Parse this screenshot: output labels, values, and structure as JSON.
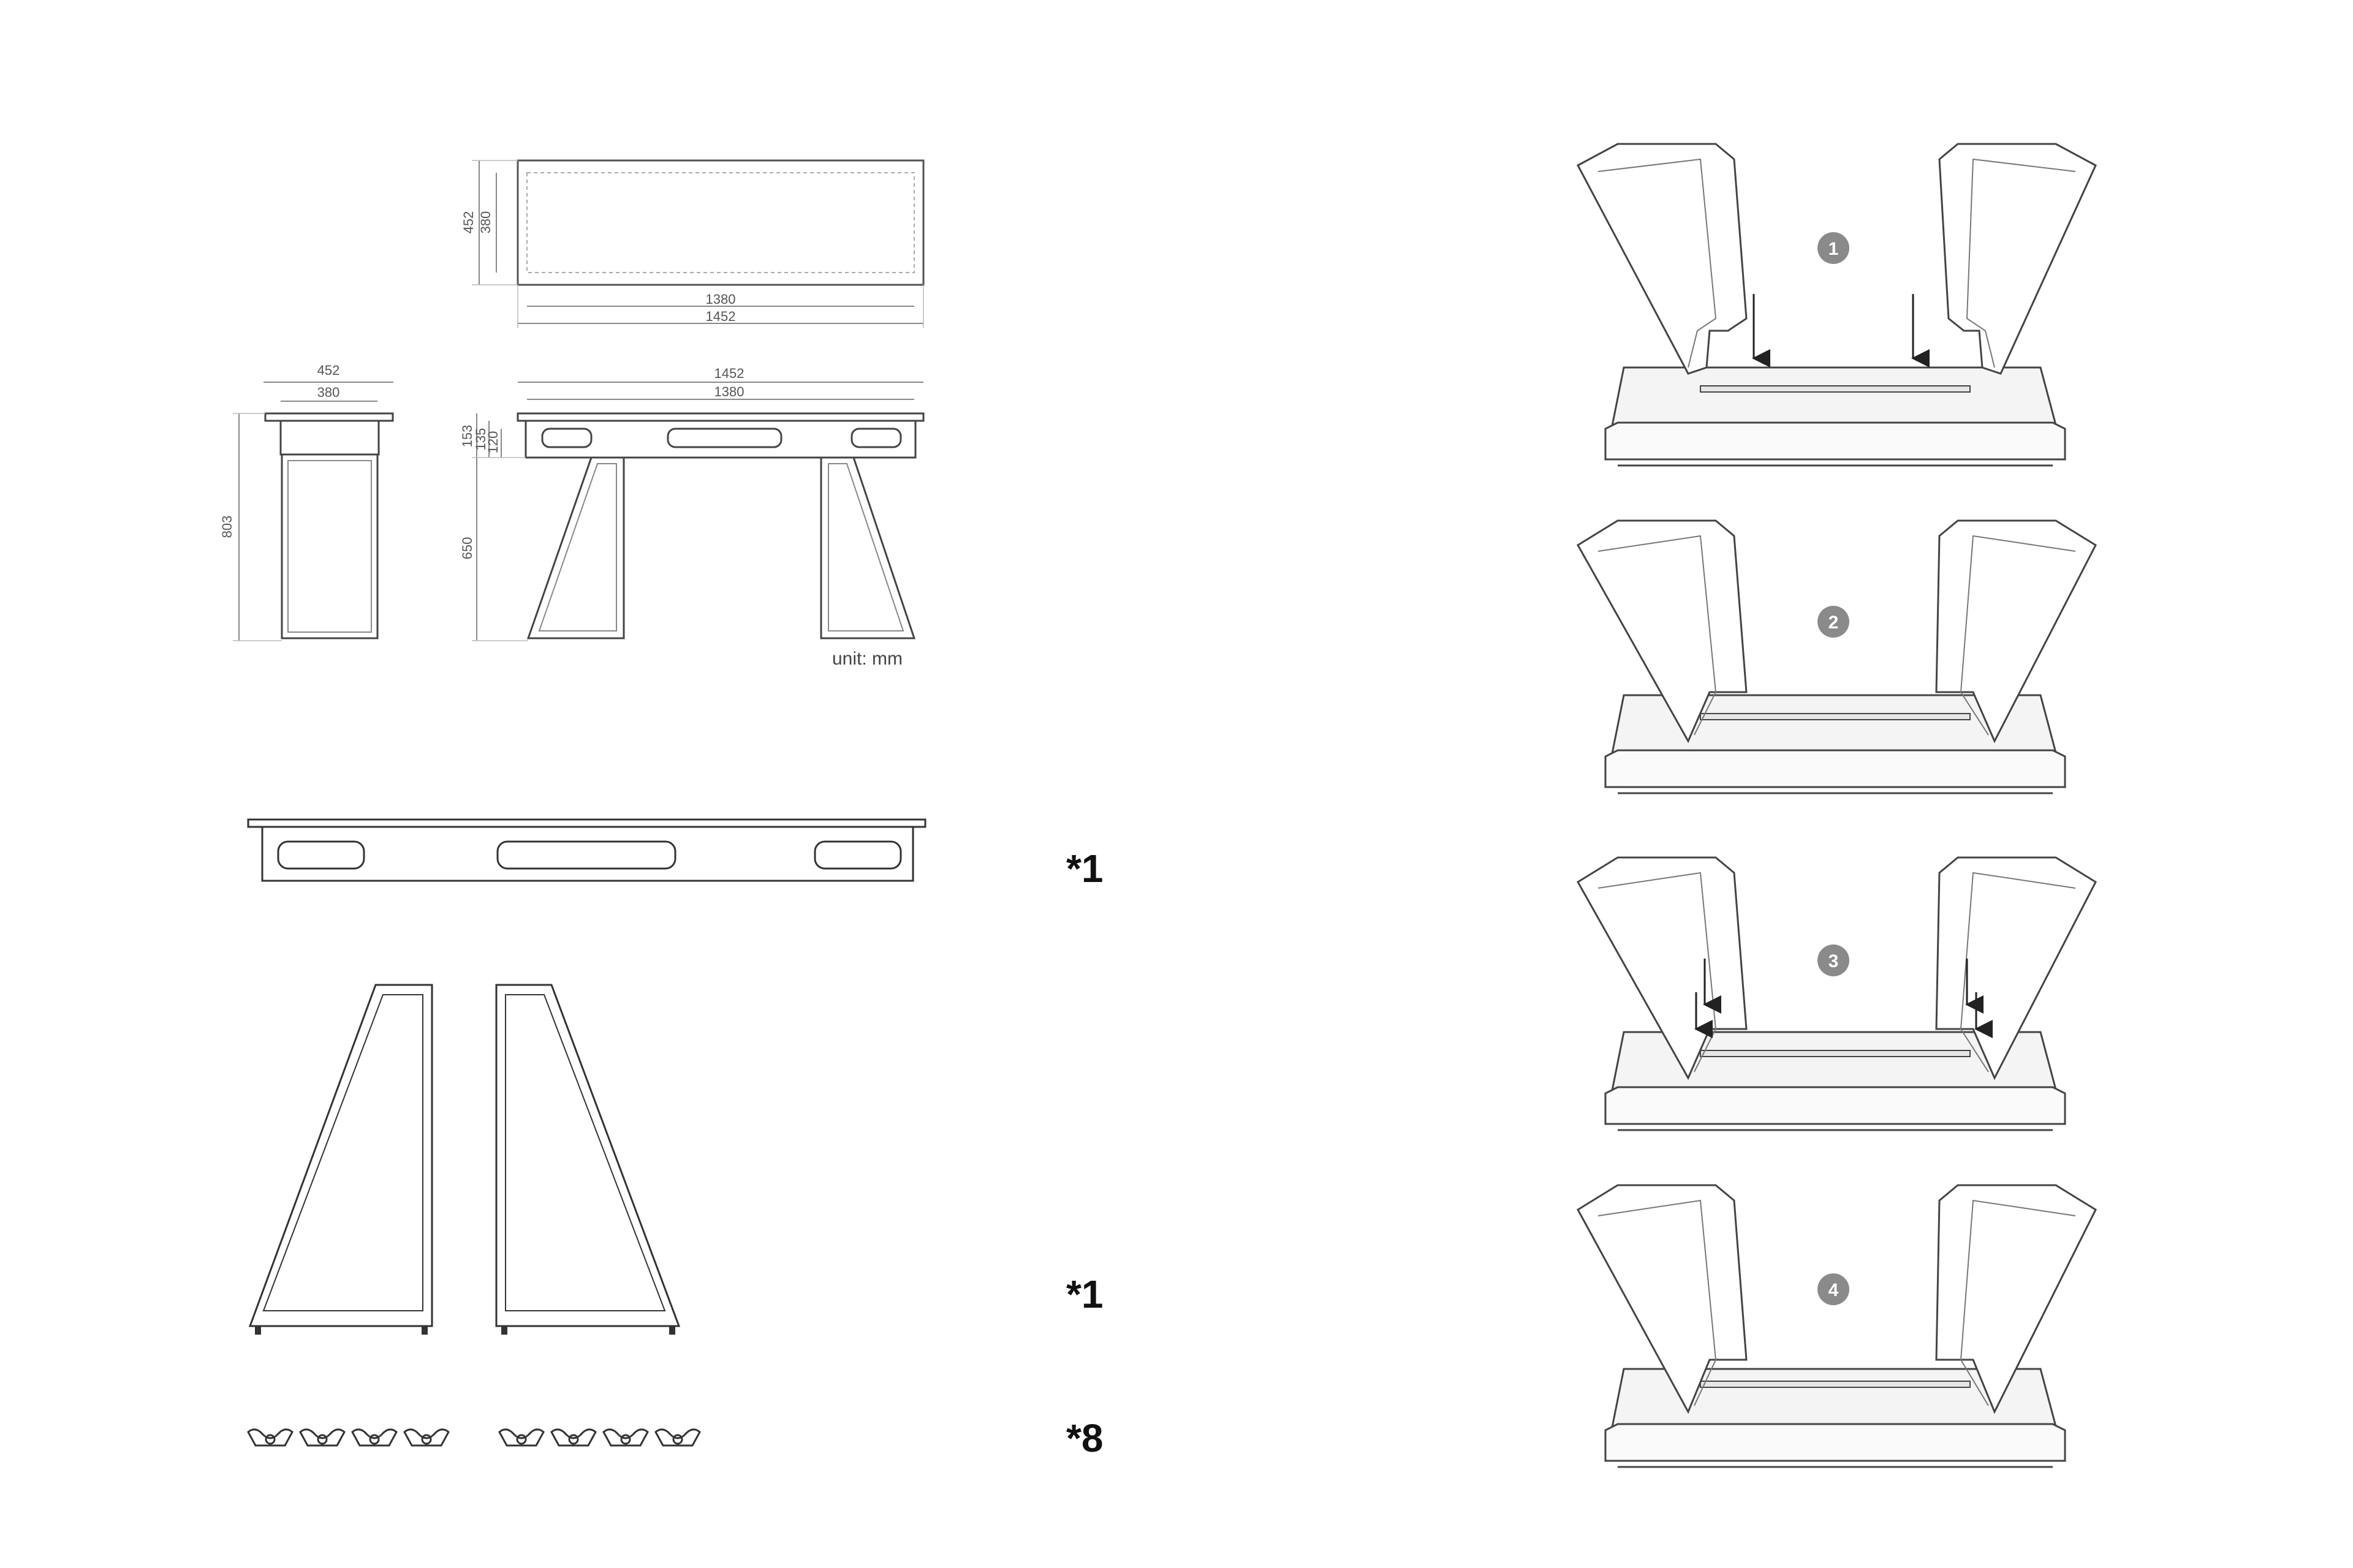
{
  "dimensions": {
    "top_view": {
      "depth_outer": "452",
      "depth_inner": "380",
      "width_inner": "1380",
      "width_outer": "1452"
    },
    "side_view": {
      "depth_outer": "452",
      "depth_inner": "380",
      "height": "803"
    },
    "front_view": {
      "width_outer": "1452",
      "width_inner": "1380",
      "apron_outer": "153",
      "apron_mid": "135",
      "apron_inner": "120",
      "leg_height": "650"
    },
    "unit": "unit: mm"
  },
  "parts": [
    {
      "name": "apron-frame",
      "quantity": "*1"
    },
    {
      "name": "leg-pair",
      "quantity": "*1"
    },
    {
      "name": "wing-nut",
      "quantity": "*8"
    }
  ],
  "steps": [
    {
      "number": "1"
    },
    {
      "number": "2"
    },
    {
      "number": "3"
    },
    {
      "number": "4"
    }
  ],
  "colors": {
    "line": "#333333",
    "dim_line": "#888888",
    "badge": "#8a8a8a",
    "panel": "#f2f2f2"
  }
}
